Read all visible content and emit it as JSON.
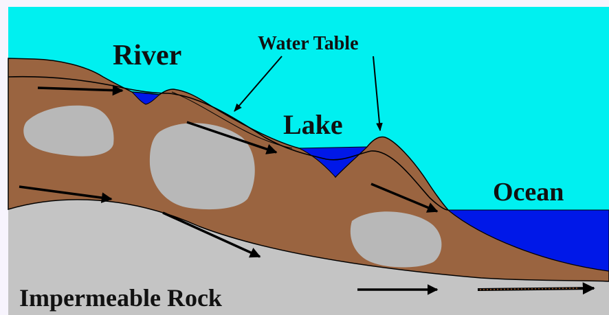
{
  "labels": {
    "river": "River",
    "water_table": "Water Table",
    "lake": "Lake",
    "ocean": "Ocean",
    "rock": "Impermeable Rock"
  },
  "colors": {
    "page_background": "#f7f4fd",
    "sky": "#00f0f0",
    "soil": "#9a6440",
    "gravel": "#b8b8b8",
    "rock": "#c4c4c4",
    "water": "#0018e8",
    "outline": "#000000",
    "arrow": "#000000",
    "flow_arrow_dotted": "#a05a2a"
  }
}
